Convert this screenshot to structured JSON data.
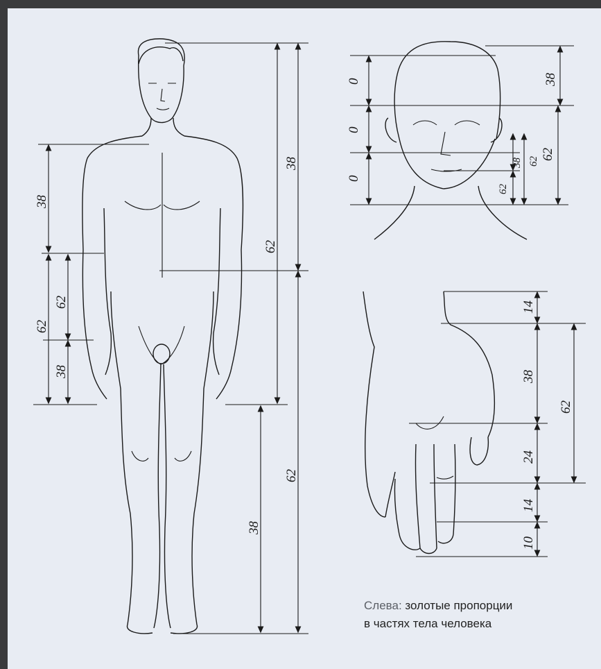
{
  "labels": {
    "body_shoulder_to_wrist": "38",
    "body_wrist_total": "62",
    "body_elbow_to_wrist": "62",
    "body_lower_arm": "38",
    "body_top_38": "38",
    "body_mid_62": "62",
    "body_leg_62": "62",
    "body_leg_38": "38",
    "head_1": "0",
    "head_2": "0",
    "head_3": "0",
    "head_top_38": "38",
    "head_right_62": "62",
    "head_small_38": "38",
    "head_small_62_a": "62",
    "head_small_62_b": "62",
    "hand_14_top": "14",
    "hand_38": "38",
    "hand_62": "62",
    "hand_24": "24",
    "hand_14": "14",
    "hand_10": "10"
  },
  "caption": {
    "lead": "Слева: ",
    "line1": "золотые пропорции",
    "line2": "в частях тела человека"
  },
  "colors": {
    "background": "#e8ecf3",
    "frame": "#3a3b3d",
    "ink": "#1a1a1a"
  }
}
